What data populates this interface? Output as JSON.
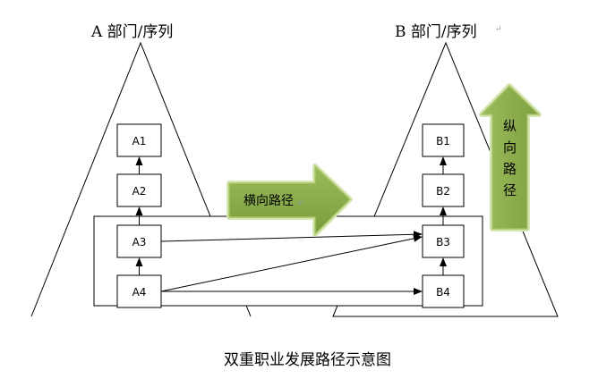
{
  "title_a": "A 部门/序列",
  "title_b": "B 部门/序列",
  "horizontal_path": "横向路径",
  "vertical_path": [
    "纵",
    "向",
    "路",
    "径"
  ],
  "caption": "双重职业发展路径示意图",
  "boxes_a": [
    "A1",
    "A2",
    "A3",
    "A4"
  ],
  "boxes_b": [
    "B1",
    "B2",
    "B3",
    "B4"
  ],
  "return_mark": "↵",
  "colors": {
    "arrow_fill_dark": "#86a844",
    "arrow_fill_light": "#a9c46a",
    "arrow_glow": "#d5e6b3",
    "line": "#000000"
  }
}
